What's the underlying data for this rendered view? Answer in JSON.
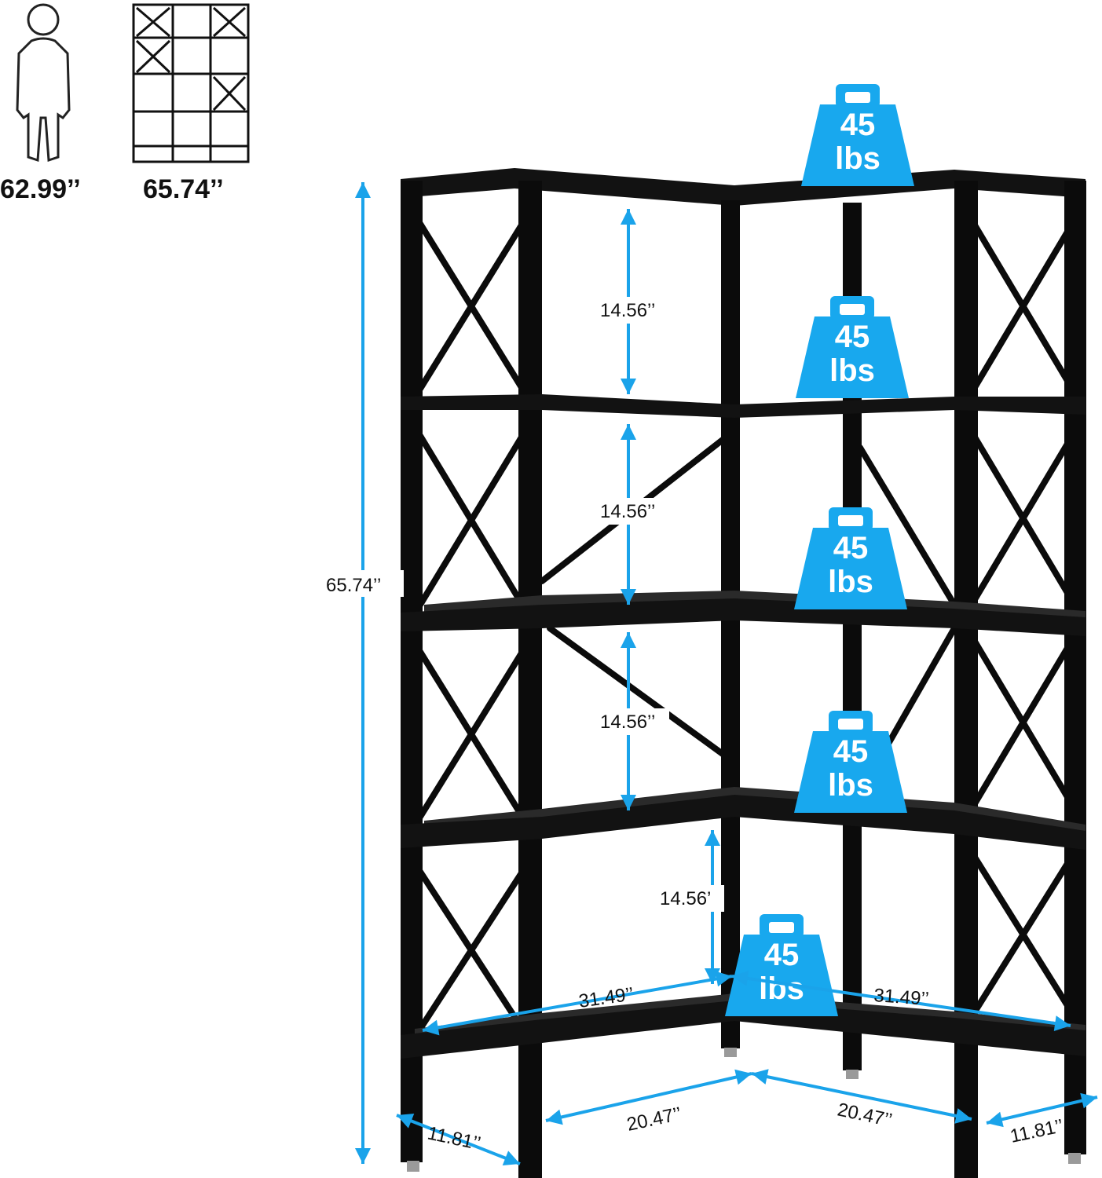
{
  "comparison": {
    "person_height": "62.99’’",
    "shelf_height": "65.74’’"
  },
  "dimensions": {
    "total_height": "65.74’’",
    "tier_heights": [
      "14.56’’",
      "14.56’’",
      "14.56’’",
      "14.56’"
    ],
    "shelf_length_left": "31.49’’",
    "shelf_length_right": "31.49’’",
    "inner_width_left": "20.47’’",
    "inner_width_right": "20.47’’",
    "depth_left": "11.81’’",
    "depth_right": "11.81’’"
  },
  "weights": [
    {
      "value": "45",
      "unit": "lbs"
    },
    {
      "value": "45",
      "unit": "lbs"
    },
    {
      "value": "45",
      "unit": "lbs"
    },
    {
      "value": "45",
      "unit": "lbs"
    },
    {
      "value": "45",
      "unit": "lbs"
    }
  ],
  "colors": {
    "accent": "#1aa3ea",
    "frame": "#0b0b0b",
    "background": "#ffffff"
  }
}
